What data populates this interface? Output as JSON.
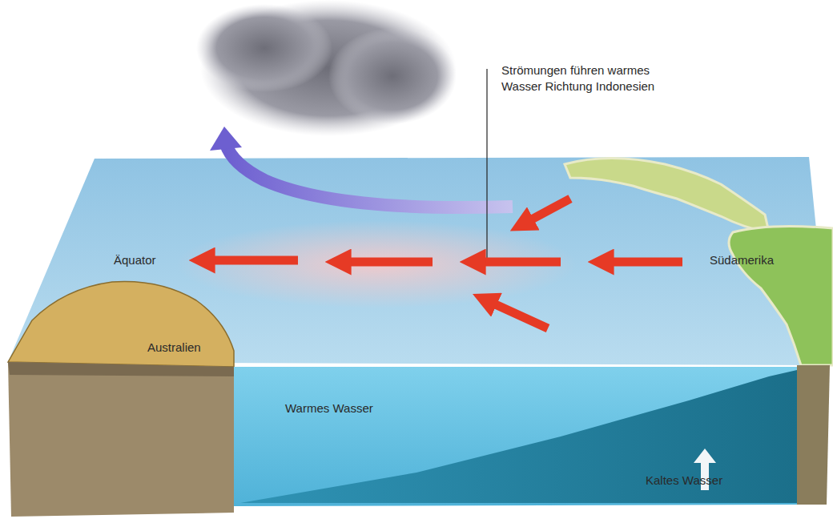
{
  "diagram": {
    "labels": [
      "Strömungen führen warmes Wasser Richtung Indonesien",
      "Äquator",
      "Australien",
      "Südamerika",
      "Warmes Wasser",
      "Kaltes Wasser"
    ]
  }
}
